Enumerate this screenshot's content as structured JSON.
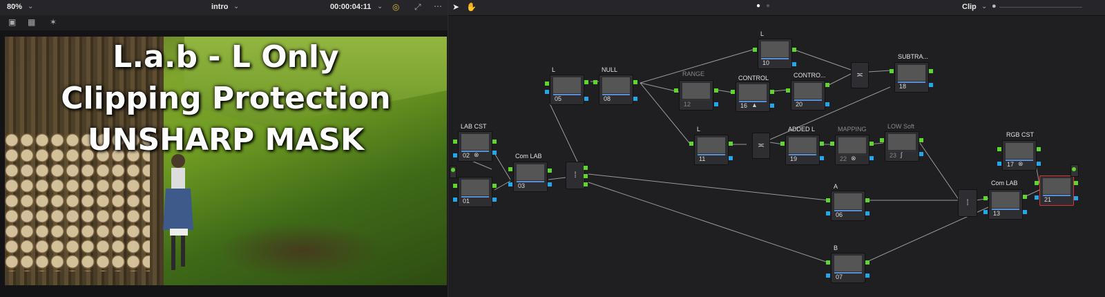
{
  "viewer": {
    "zoom": "80%",
    "clip_name": "intro",
    "timecode": "00:00:04:11",
    "overlay_lines": [
      "L.a.b - L Only",
      "Clipping Protection",
      "UNSHARP MASK"
    ]
  },
  "node_editor": {
    "mode": "Clip",
    "nodes": [
      {
        "id": "05",
        "label": "L"
      },
      {
        "id": "08",
        "label": "NULL"
      },
      {
        "id": "10",
        "label": "L"
      },
      {
        "id": "12",
        "label": "RANGE"
      },
      {
        "id": "16",
        "label": "CONTROL"
      },
      {
        "id": "20",
        "label": "CONTRO..."
      },
      {
        "id": "18",
        "label": "SUBTRA..."
      },
      {
        "id": "02",
        "label": "LAB CST"
      },
      {
        "id": "01",
        "label": ""
      },
      {
        "id": "03",
        "label": "Com LAB"
      },
      {
        "id": "11",
        "label": "L"
      },
      {
        "id": "19",
        "label": "ADDED L"
      },
      {
        "id": "22",
        "label": "MAPPING"
      },
      {
        "id": "23",
        "label": "LOW Soft"
      },
      {
        "id": "17",
        "label": "RGB CST"
      },
      {
        "id": "06",
        "label": "A"
      },
      {
        "id": "07",
        "label": "B"
      },
      {
        "id": "13",
        "label": "Com LAB"
      },
      {
        "id": "21",
        "label": ""
      }
    ]
  },
  "colors": {
    "input_pin": "#5fd62d",
    "output_pin": "#22a7ea",
    "selected": "#dd3333"
  }
}
